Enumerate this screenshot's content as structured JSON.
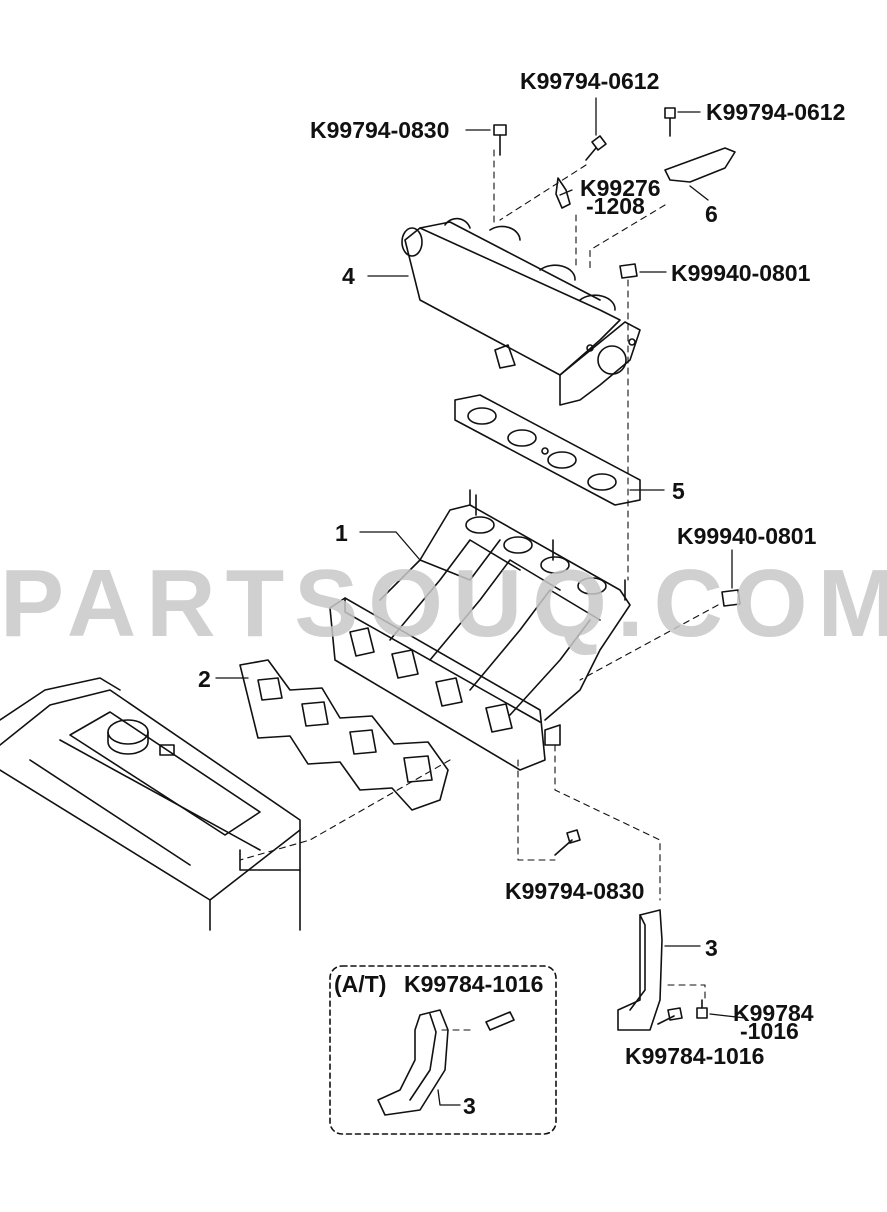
{
  "callouts": {
    "part_1": "1",
    "part_2": "2",
    "part_3_main": "3",
    "part_3_at": "3",
    "part_4": "4",
    "part_5": "5",
    "part_6": "6"
  },
  "part_numbers": {
    "bolt_top_center": "K99794-0612",
    "bolt_top_right": "K99794-0612",
    "bolt_top_left": "K99794-0830",
    "clip_line1": "K99276",
    "clip_line2": "-1208",
    "nut_upper": "K99940-0801",
    "nut_lower": "K99940-0801",
    "bolt_lower": "K99794-0830",
    "bracket_bolt_line1": "K99784",
    "bracket_bolt_line2": "-1016",
    "bracket_bolt_lower": "K99784-1016",
    "at_bolt": "K99784-1016"
  },
  "at_box": {
    "label": "(A/T)"
  },
  "watermark": "PARTSOUQ.COM"
}
